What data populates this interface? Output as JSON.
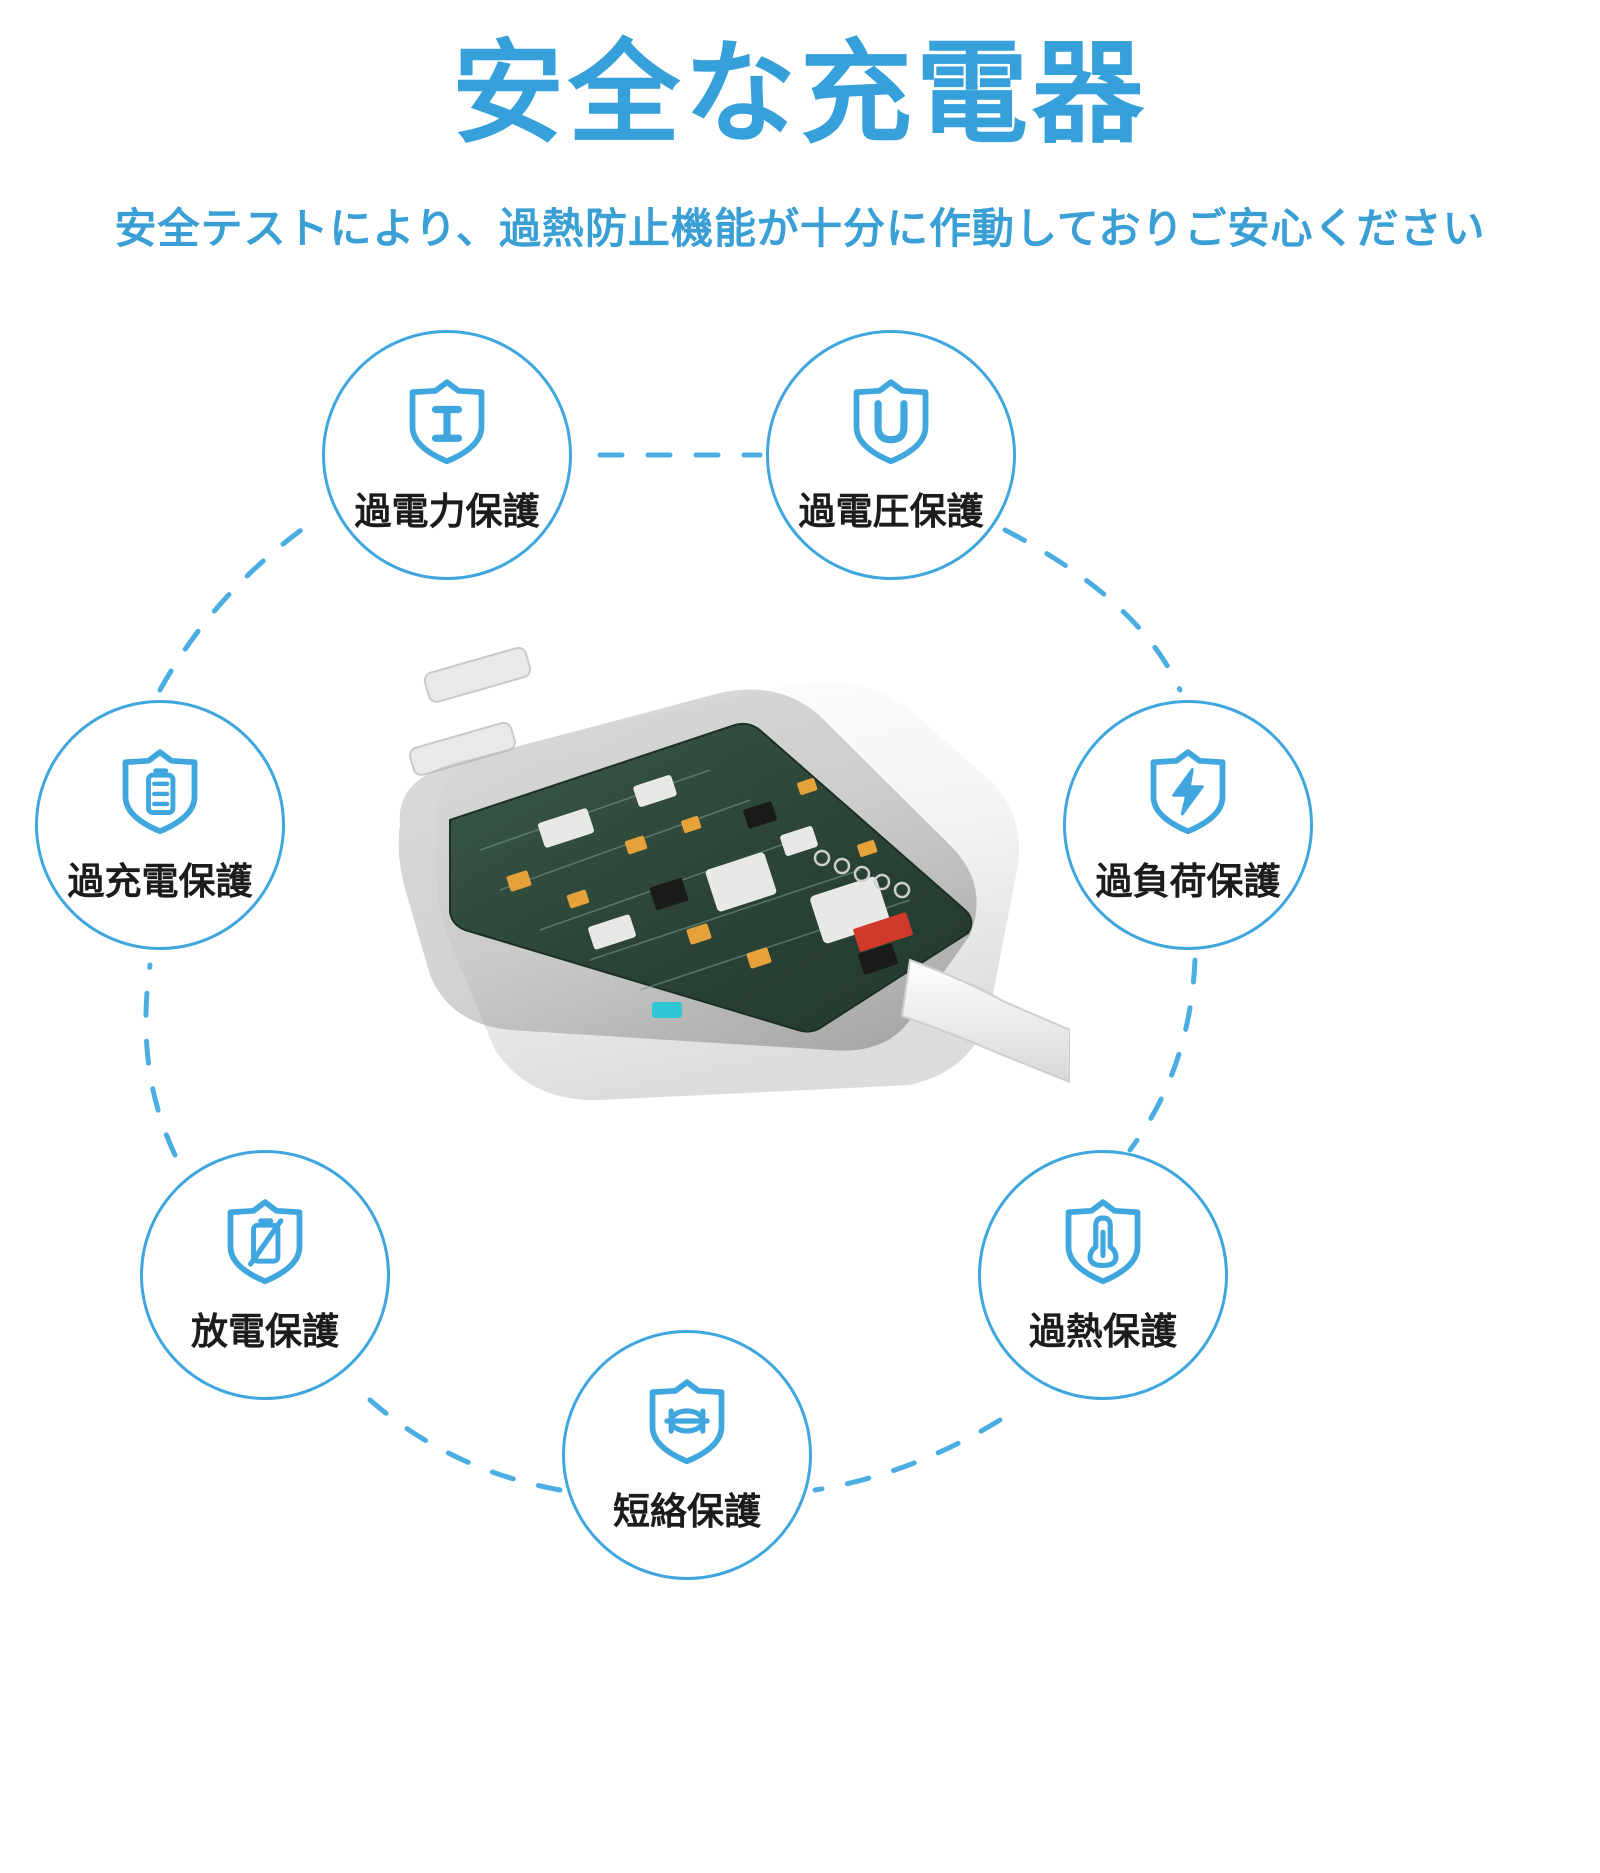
{
  "header": {
    "title": "安全な充電器",
    "subtitle": "安全テストにより、過熱防止機能が十分に作動しておりご安心ください",
    "title_color": "#35a0da",
    "subtitle_color": "#3a9fd4"
  },
  "theme": {
    "accent": "#3fa6de",
    "label_color": "#1c1c1c",
    "background": "#ffffff"
  },
  "nodes": [
    {
      "id": "over-power",
      "label": "過電力保護",
      "icon": "shield-current-icon"
    },
    {
      "id": "over-voltage",
      "label": "過電圧保護",
      "icon": "shield-voltage-icon"
    },
    {
      "id": "over-load",
      "label": "過負荷保護",
      "icon": "shield-bolt-icon"
    },
    {
      "id": "over-heat",
      "label": "過熱保護",
      "icon": "shield-thermometer-icon"
    },
    {
      "id": "short-circuit",
      "label": "短絡保護",
      "icon": "shield-fuse-icon"
    },
    {
      "id": "discharge",
      "label": "放電保護",
      "icon": "shield-battery-slash-icon"
    },
    {
      "id": "over-charge",
      "label": "過充電保護",
      "icon": "shield-battery-icon"
    }
  ],
  "product": {
    "name": "transparent-charger-photo",
    "description": "USB-C 電源アダプタ内部透視図",
    "pcb_color": "#2f4a3c",
    "body_color": "#f2f2f2"
  }
}
